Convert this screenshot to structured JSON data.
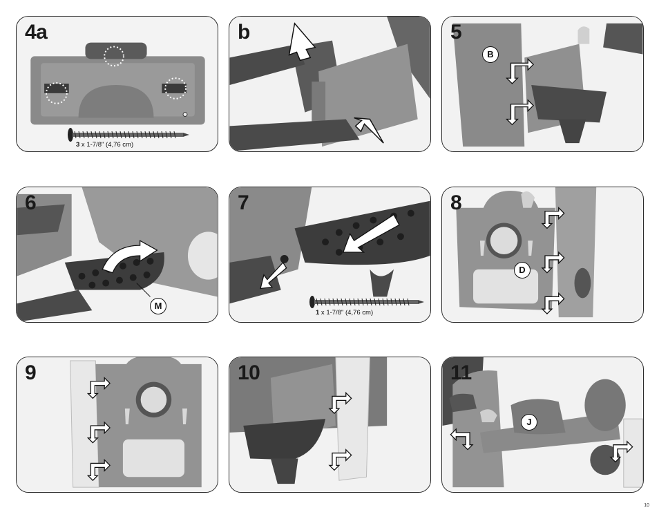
{
  "page": {
    "number": "10"
  },
  "panels": [
    {
      "step": "4a",
      "screw": {
        "qty": "3",
        "size": " x 1-7/8\" (4,76 cm)"
      }
    },
    {
      "step": "b"
    },
    {
      "step": "5",
      "part": "B"
    },
    {
      "step": "6",
      "part": "M"
    },
    {
      "step": "7",
      "screw": {
        "qty": "1",
        "size": " x 1-7/8\" (4,76 cm)"
      }
    },
    {
      "step": "8",
      "part": "D"
    },
    {
      "step": "9"
    },
    {
      "step": "10"
    },
    {
      "step": "11",
      "part": "J"
    }
  ]
}
